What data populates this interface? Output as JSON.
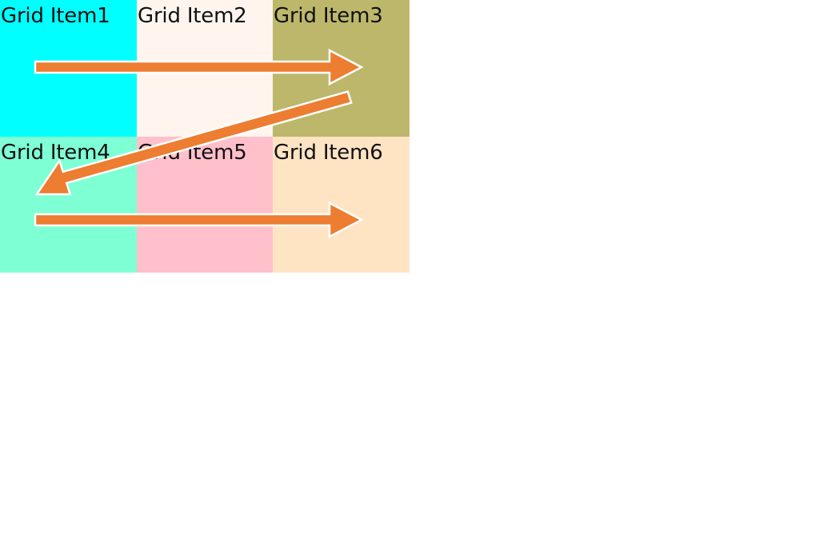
{
  "grid": {
    "items": [
      {
        "label": "Grid Item1",
        "color": "#00FFFF"
      },
      {
        "label": "Grid Item2",
        "color": "#FFF5EE"
      },
      {
        "label": "Grid Item3",
        "color": "#BDB76B"
      },
      {
        "label": "Grid Item4",
        "color": "#7FFFD4"
      },
      {
        "label": "Grid Item5",
        "color": "#FFC0CB"
      },
      {
        "label": "Grid Item6",
        "color": "#FFE4C4"
      }
    ]
  },
  "arrows": {
    "color": "#ED7D31",
    "outline": "#FFFFFF",
    "flow": [
      "Grid Item1",
      "Grid Item3",
      "Grid Item4",
      "Grid Item6"
    ]
  }
}
